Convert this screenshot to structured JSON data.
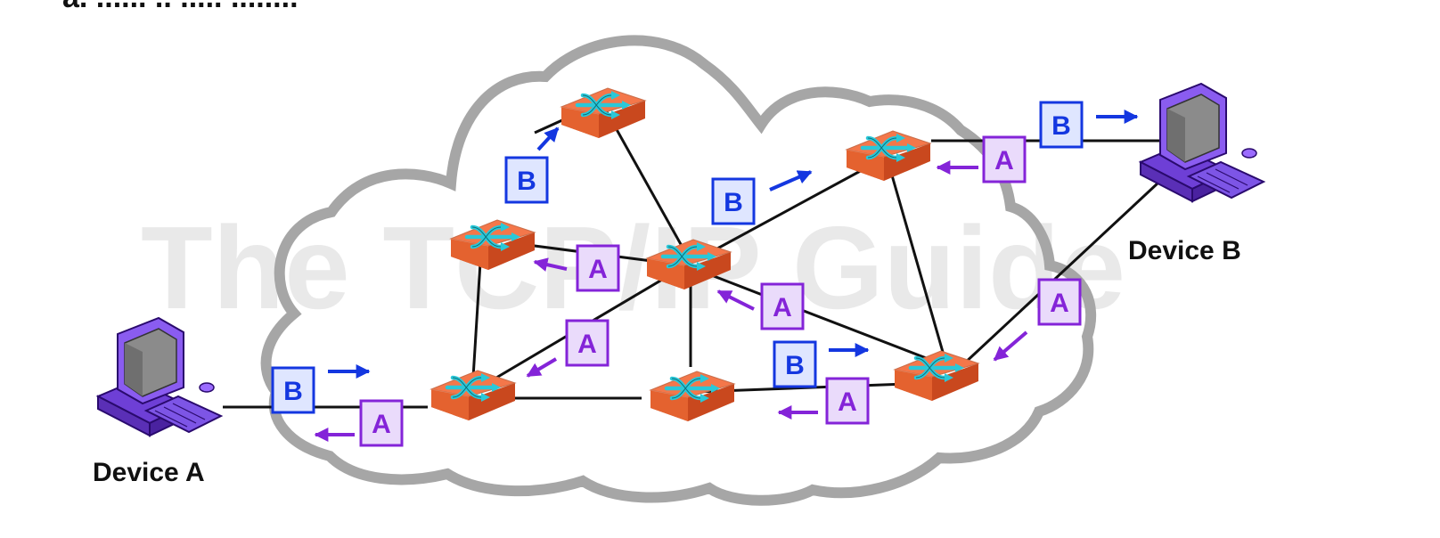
{
  "watermark": "The TCP/IP Guide",
  "caption_fragment": "a. ...... .. ..... ........",
  "devices": {
    "a": {
      "label": "Device A"
    },
    "b": {
      "label": "Device B"
    }
  },
  "packets": {
    "a_label": "A",
    "b_label": "B"
  },
  "colors": {
    "cloud_stroke": "#a6a6a6",
    "switch_top": "#f4774a",
    "switch_side": "#c9481e",
    "switch_icon": "#27c6d6",
    "packet_a": "#8424d8",
    "packet_a_fill": "#eadbfb",
    "packet_b": "#1437e0",
    "packet_b_fill": "#dfe6ff",
    "computer": "#8a5cf0"
  }
}
